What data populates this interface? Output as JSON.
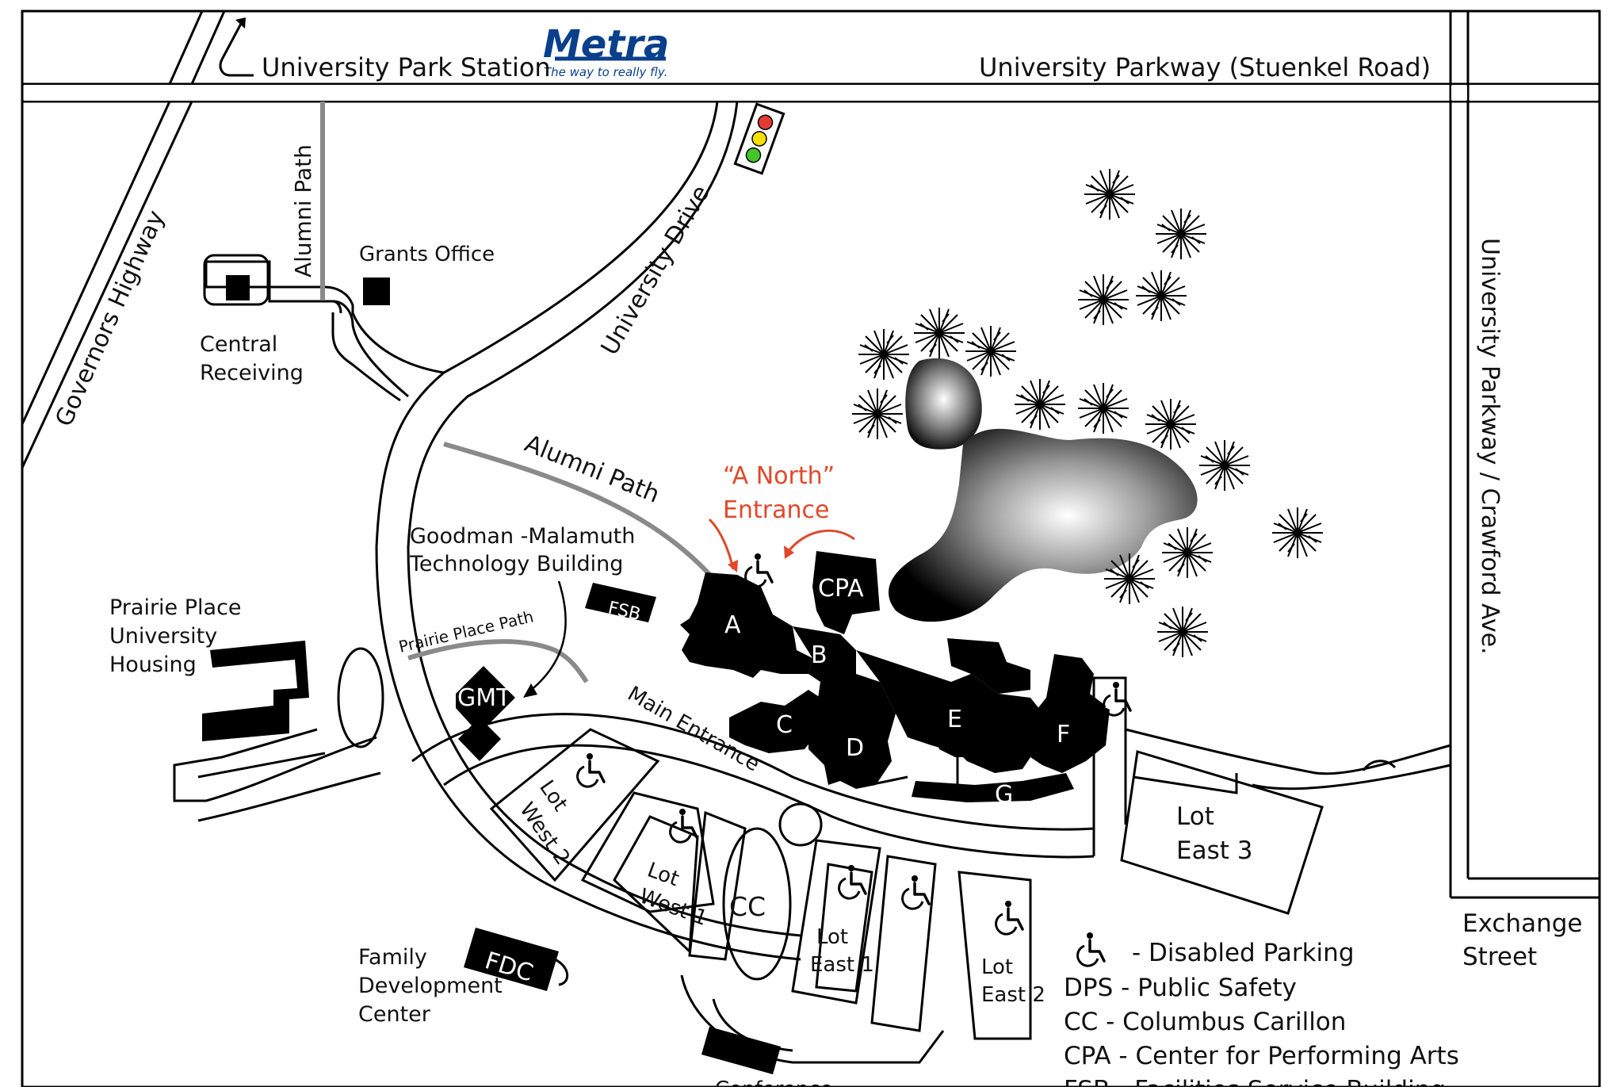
{
  "header": {
    "station_label": "University Park Station",
    "metra_logo_text": "Metra",
    "metra_tagline": "The way to really fly.",
    "parkway_label": "University Parkway (Stuenkel Road)"
  },
  "roads": {
    "governors_highway": "Governors Highway",
    "university_drive": "University Drive",
    "alumni_path_vertical": "Alumni Path",
    "alumni_path_diagonal": "Alumni Path",
    "prairie_place_path": "Prairie Place Path",
    "main_entrance": "Main Entrance",
    "crawford_avenue": "University Parkway / Crawford Ave.",
    "exchange_street_line1": "Exchange",
    "exchange_street_line2": "Street"
  },
  "places": {
    "grants_office": "Grants Office",
    "central_receiving_line1": "Central",
    "central_receiving_line2": "Receiving",
    "prairie_place_line1": "Prairie Place",
    "prairie_place_line2": "University",
    "prairie_place_line3": "Housing",
    "goodman_line1": "Goodman -Malamuth",
    "goodman_line2": "Technology Building",
    "family_dev_line1": "Family",
    "family_dev_line2": "Development",
    "family_dev_line3": "Center",
    "conference_center": "Conference"
  },
  "north_entrance": {
    "line1": "“A North”",
    "line2": "Entrance",
    "color": "#e0482a"
  },
  "buildings": {
    "a": "A",
    "b": "B",
    "c": "C",
    "d": "D",
    "e": "E",
    "f": "F",
    "g": "G",
    "cpa": "CPA",
    "fsb": "FSB",
    "gmt": "GMT",
    "fdc": "FDC"
  },
  "lots": {
    "west2_line1": "Lot",
    "west2_line2": "West 2",
    "west1_line1": "Lot",
    "west1_line2": "West 1",
    "cc": "CC",
    "east1_line1": "Lot",
    "east1_line2": "East 1",
    "east2_line1": "Lot",
    "east2_line2": "East 2",
    "east3_line1": "Lot",
    "east3_line2": "East 3"
  },
  "legend": [
    "- Disabled Parking",
    "DPS - Public Safety",
    "CC - Columbus Carillon",
    "CPA - Center for Performing Arts",
    "FSB - Facilities Service Building"
  ],
  "traffic_light_colors": [
    "#e53935",
    "#f5e100",
    "#43c62a"
  ],
  "icons": {
    "accessible": "wheelchair-icon",
    "tree": "tree-icon",
    "traffic_light": "traffic-light-icon",
    "arrow": "north-arrow-icon"
  }
}
